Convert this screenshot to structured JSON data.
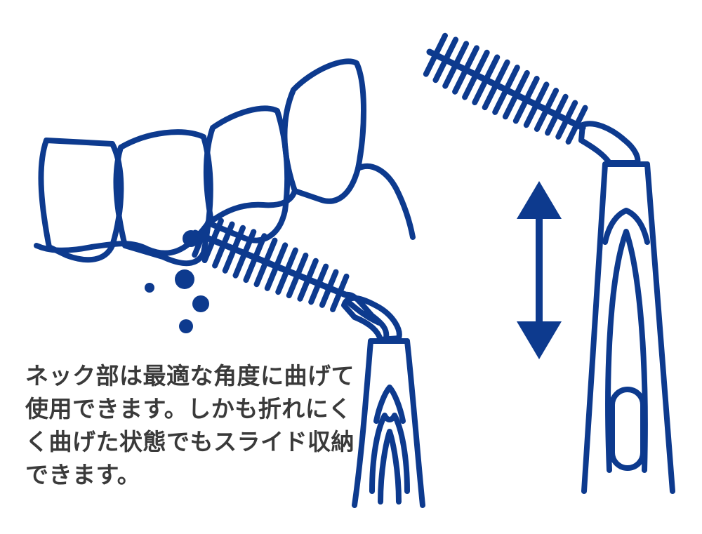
{
  "caption": {
    "lines": [
      "ネック部は最適な角度に曲げて",
      "使用できます。しかも折れにく",
      "く曲げた状態でもスライド収納",
      "できます。"
    ]
  },
  "colors": {
    "ink": "#0d3a8e",
    "text": "#3a3a3a",
    "background": "#ffffff"
  },
  "icons": {
    "motion": "double-headed-vertical-arrow"
  }
}
